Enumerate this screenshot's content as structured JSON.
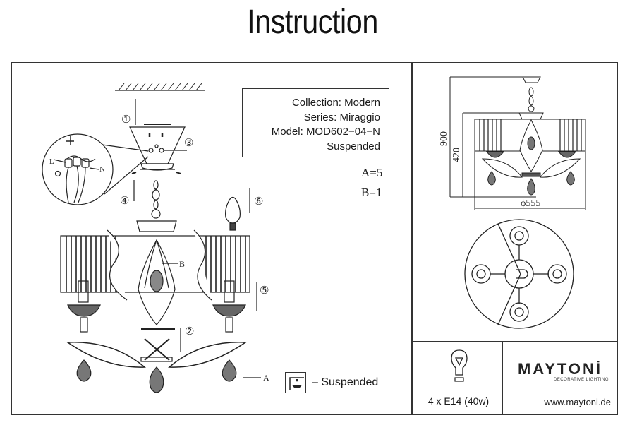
{
  "document": {
    "title": "Instruction"
  },
  "product_info": {
    "collection": "Collection: Modern",
    "series": "Series: Miraggio",
    "model": "Model: MOD602−04−N",
    "type": "Suspended"
  },
  "parts": {
    "a": "A=5",
    "b": "B=1",
    "a_label": "A",
    "b_label": "B"
  },
  "steps": {
    "s1": "①",
    "s2": "②",
    "s3": "③",
    "s4": "④",
    "s5": "⑤",
    "s6": "⑥"
  },
  "wiring": {
    "live": "L",
    "neutral": "N",
    "ground": "⏚"
  },
  "dimensions": {
    "total_height": "900",
    "body_height": "420",
    "diameter": "ϕ555"
  },
  "legend": {
    "suspended": "– Suspended"
  },
  "lamp": {
    "spec": "4 x E14 (40w)"
  },
  "brand": {
    "name": "MAYTONİ",
    "tagline": "DECORATIVE LIGHTING",
    "url": "www.maytoni.de"
  }
}
